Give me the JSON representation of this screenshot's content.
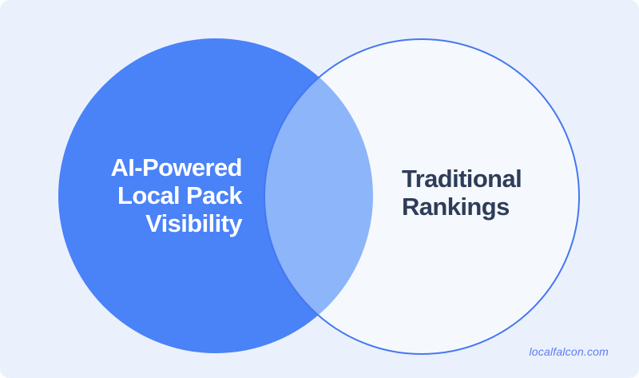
{
  "canvas": {
    "page_background": "#ffffff",
    "background": "#eaf1fc"
  },
  "venn": {
    "left": {
      "lines": [
        "AI-Powered",
        "Local Pack",
        "Visibility"
      ],
      "fill": "#4a82f7",
      "text_color": "#ffffff"
    },
    "right": {
      "lines": [
        "Traditional",
        "Rankings"
      ],
      "fill": "#f5f9fe",
      "stroke": "#4577f0",
      "text_color": "#2e3d58"
    },
    "overlap": {
      "fill": "#8cb5fa"
    }
  },
  "watermark": {
    "text": "localfalcon.com",
    "color": "#5b7df2"
  }
}
